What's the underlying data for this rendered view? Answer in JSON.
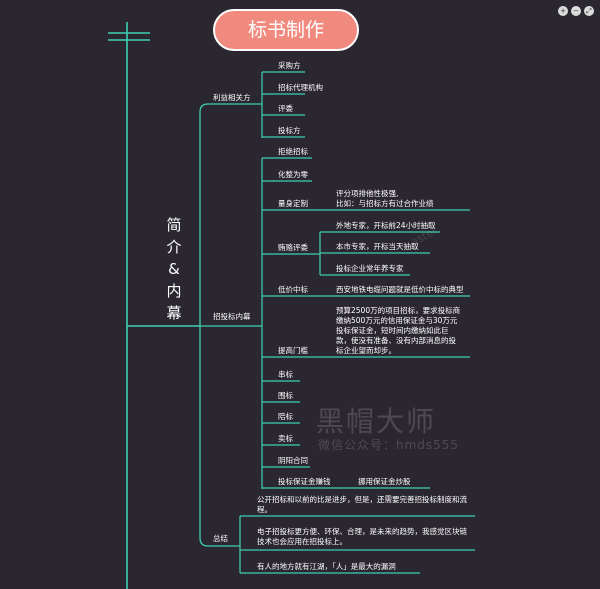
{
  "title": "标书制作",
  "vertical_title": "简介&内幕",
  "sections": {
    "stakeholders": {
      "label": "利益相关方",
      "items": [
        "采购方",
        "招标代理机构",
        "评委",
        "投标方"
      ]
    },
    "insider": {
      "label": "招投标内幕",
      "items": {
        "reject": "拒绝招标",
        "split": "化整为零",
        "custom": "量身定制",
        "custom_note": "评分项排他性极强,\n比如：与招标方有过合作业绩",
        "bribe": "贿赂评委",
        "bribe_subs": [
          "外地专家，开标前24小时抽取",
          "本市专家，开标当天抽取",
          "投标企业常年养专家"
        ],
        "lowprice": "低价中标",
        "lowprice_note": "西安地铁电缆问题就是低价中标的典型",
        "threshold": "提高门槛",
        "threshold_note": "预算2500万的项目招标，要求投标商缴纳500万元的信用保证金与30万元投标保证金，短时间内缴纳如此巨款，使没有准备、没有内部消息的投标企业望而却步。",
        "collude": "串标",
        "enclose": "围标",
        "accompany": "陪标",
        "sell": "卖标",
        "yinyang": "阴阳合同",
        "bond": "投标保证金赚钱",
        "bond_note": "挪用保证金炒股"
      }
    },
    "summary": {
      "label": "总结",
      "items": [
        "公开招标和以前的比是进步，但是，还需要完善招投标制度和流程。",
        "电子招投标更方便、环保、合理，是未来的趋势，我感觉区块链技术也会应用在招投标上。",
        "有人的地方就有江湖，「人」是最大的漏洞"
      ]
    }
  },
  "watermark": {
    "brand": "黑帽大师",
    "sub": "微信公众号：hmds555",
    "arc": "aster"
  },
  "colors": {
    "background": "#2b2730",
    "branch": "#3ecfb2",
    "title": "#f08a7f",
    "text": "#ffffff"
  }
}
